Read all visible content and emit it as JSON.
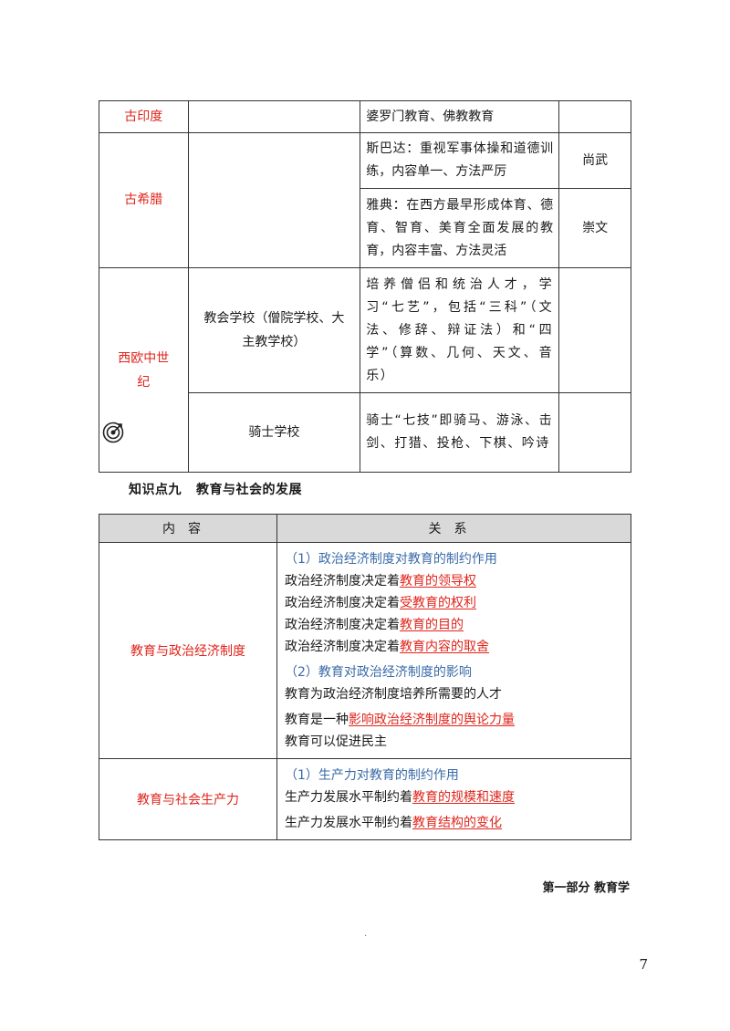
{
  "table1": {
    "rows": [
      {
        "region": "古印度",
        "school": "",
        "content": "婆罗门教育、佛教教育",
        "feature": ""
      },
      {
        "region": "古希腊",
        "school": "",
        "content": "斯巴达：重视军事体操和道德训练，内容单一、方法严厉",
        "feature": "尚武"
      },
      {
        "region": "",
        "school": "",
        "content": "雅典：在西方最早形成体育、德育、智育、美育全面发展的教育，内容丰富、方法灵活",
        "feature": "崇文"
      },
      {
        "region": "西欧中世纪",
        "school": "教会学校（僧院学校、大主教学校）",
        "content": "培养僧侣和统治人才，学习“七艺”，包括“三科”（文法、修辞、辩证法）和“四学”（算数、几何、天文、音乐）",
        "feature": ""
      },
      {
        "region": "",
        "school": "骑士学校",
        "content": "骑士“七技”即骑马、游泳、击剑、打猎、投枪、下棋、吟诗",
        "feature": ""
      }
    ],
    "icon": "target-icon"
  },
  "section_heading": {
    "label": "知识点九",
    "title": "教育与社会的发展"
  },
  "table2": {
    "headers": {
      "content": "内容",
      "relation": "关系"
    },
    "rows": [
      {
        "topic": "教育与政治经济制度",
        "groups": [
          {
            "subtitle": "（1）政治经济制度对教育的制约作用",
            "lines": [
              {
                "prefix": "政治经济制度决定着",
                "key": "教育的领导权"
              },
              {
                "prefix": "政治经济制度决定着",
                "key": "受教育的权利"
              },
              {
                "prefix": "政治经济制度决定着",
                "key": "教育的目的"
              },
              {
                "prefix": "政治经济制度决定着",
                "key": "教育内容的取舍"
              }
            ]
          },
          {
            "subtitle": "（2）教育对政治经济制度的影响",
            "lines": [
              {
                "prefix": "教育为政治经济制度培养所需要的人才",
                "key": ""
              },
              {
                "prefix": "教育是一种",
                "key": "影响政治经济制度的舆论力量"
              },
              {
                "prefix": "教育可以促进民主",
                "key": ""
              }
            ]
          }
        ]
      },
      {
        "topic": "教育与社会生产力",
        "groups": [
          {
            "subtitle": "（1）生产力对教育的制约作用",
            "lines": [
              {
                "prefix": "生产力发展水平制约着",
                "key": "教育的规模和速度"
              },
              {
                "prefix": "生产力发展水平制约着",
                "key": "教育结构的变化"
              }
            ]
          }
        ]
      }
    ]
  },
  "footer": {
    "part": "第一部分  教育学",
    "dot": ".",
    "page_number": "7"
  },
  "colors": {
    "accent_red": "#e0241b",
    "subtitle_blue": "#3a6ba8",
    "header_gray": "#d9d9d9"
  }
}
